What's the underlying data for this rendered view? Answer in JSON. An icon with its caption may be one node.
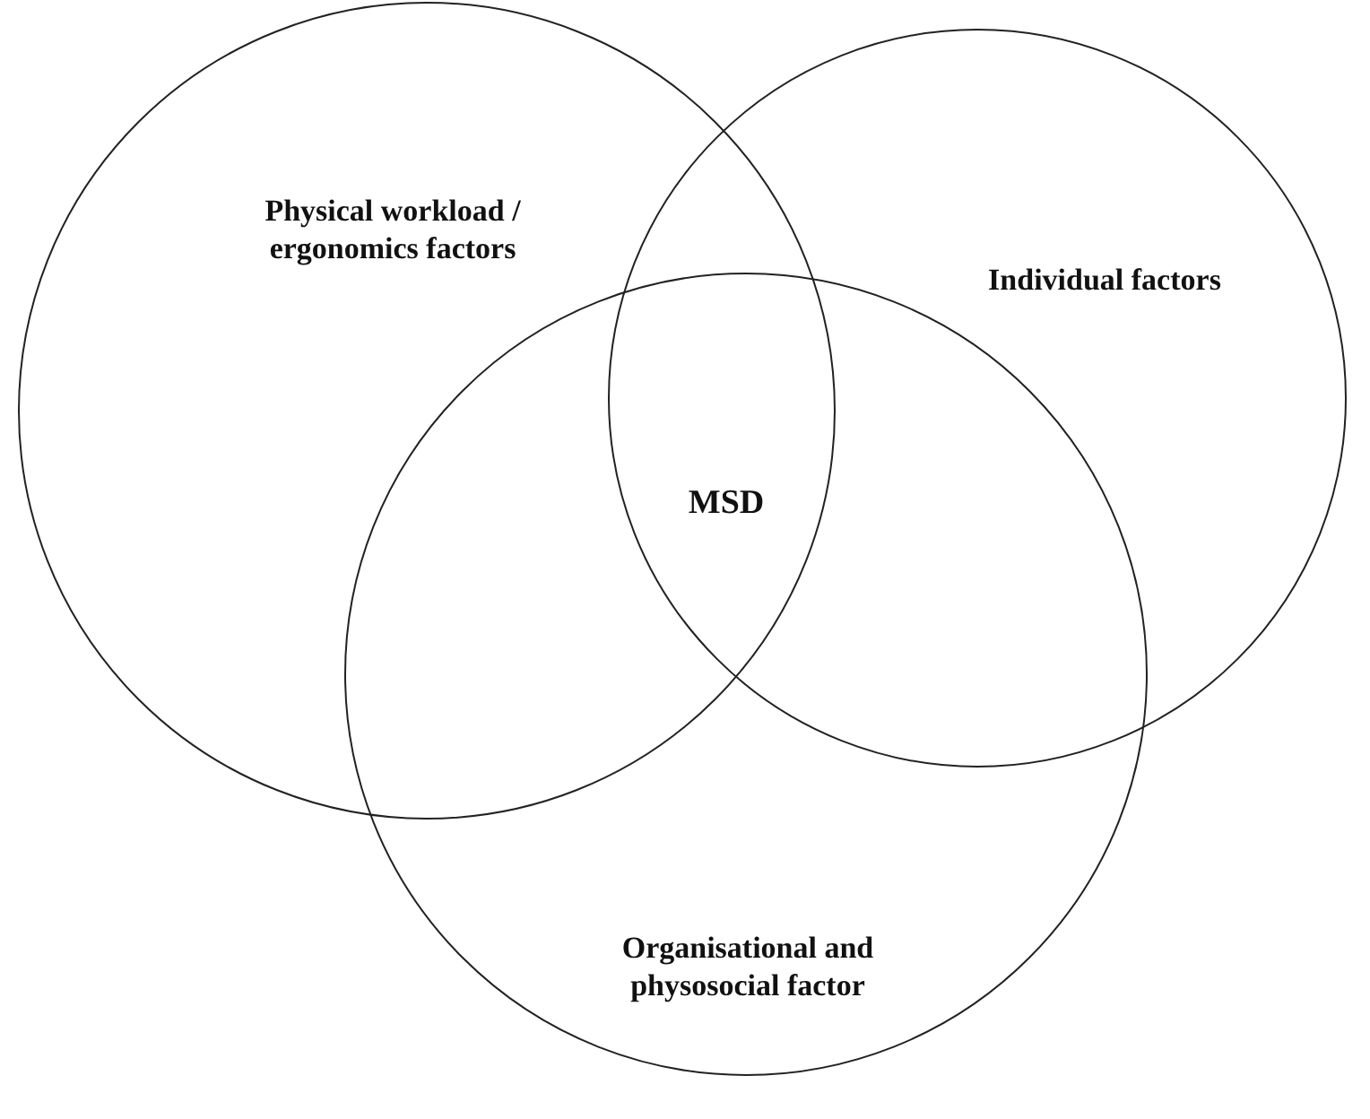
{
  "diagram": {
    "nodes": [
      {
        "text": [
          "Physical workload / ergonomics factors"
        ]
      },
      {
        "text": [
          "Individual factors"
        ]
      },
      {
        "text": [
          "Organisational and physosocial factor"
        ]
      }
    ],
    "edges": [],
    "labels": [
      "MSD"
    ]
  }
}
